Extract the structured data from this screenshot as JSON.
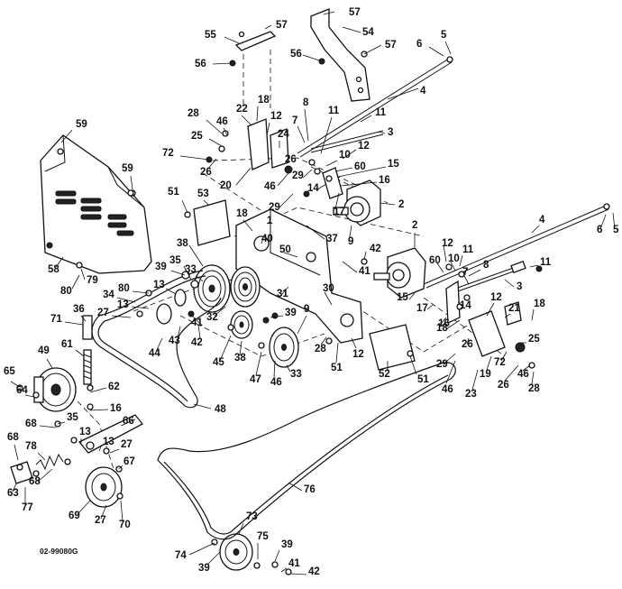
{
  "drawing_code": "02-99080G",
  "callouts": [
    "1",
    "2",
    "3",
    "4",
    "5",
    "6",
    "7",
    "8",
    "9",
    "10",
    "11",
    "12",
    "13",
    "14",
    "15",
    "16",
    "17",
    "18",
    "19",
    "20",
    "21",
    "22",
    "23",
    "24",
    "25",
    "26",
    "27",
    "28",
    "29",
    "30",
    "31",
    "32",
    "33",
    "34",
    "35",
    "36",
    "37",
    "38",
    "39",
    "40",
    "41",
    "42",
    "43",
    "44",
    "45",
    "46",
    "47",
    "48",
    "49",
    "50",
    "51",
    "52",
    "53",
    "54",
    "55",
    "56",
    "57",
    "58",
    "59",
    "60",
    "61",
    "62",
    "63",
    "64",
    "65",
    "66",
    "67",
    "68",
    "69",
    "70",
    "71",
    "72",
    "73",
    "74",
    "75",
    "76",
    "77",
    "78",
    "79",
    "80"
  ]
}
